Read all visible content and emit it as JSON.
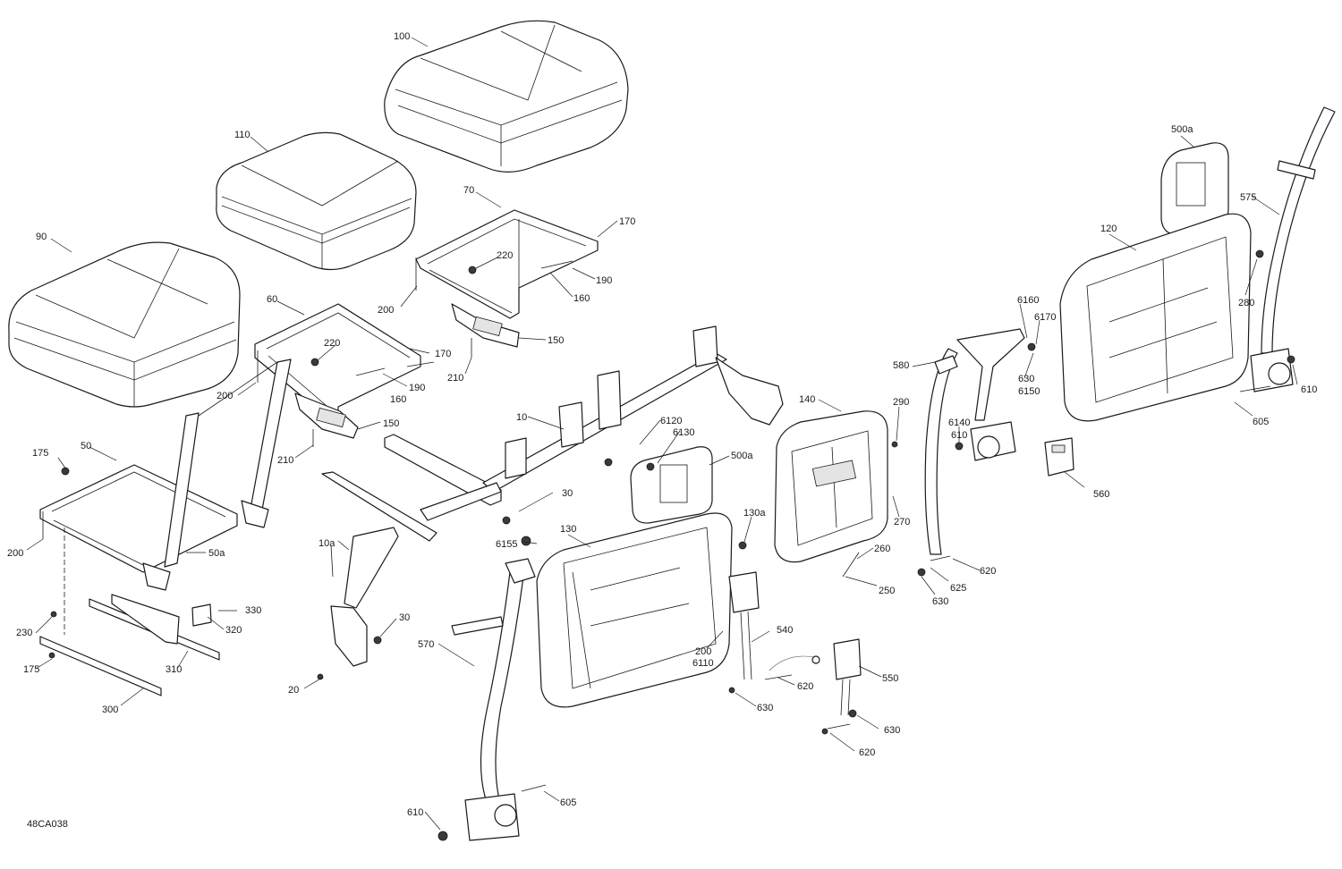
{
  "drawing_id": "48CA038",
  "callouts": [
    "100",
    "110",
    "90",
    "70",
    "60",
    "170",
    "220",
    "190",
    "160",
    "200",
    "150",
    "210",
    "10",
    "6120",
    "6130",
    "500a",
    "130a",
    "140",
    "290",
    "270",
    "260",
    "250",
    "6160",
    "6170",
    "630",
    "6150",
    "580",
    "6140",
    "610",
    "620",
    "625",
    "560",
    "120",
    "575",
    "280",
    "605",
    "50",
    "175",
    "50a",
    "10a",
    "30",
    "6155",
    "130",
    "540",
    "6110",
    "550",
    "570",
    "230",
    "330",
    "320",
    "310",
    "300",
    "20"
  ]
}
